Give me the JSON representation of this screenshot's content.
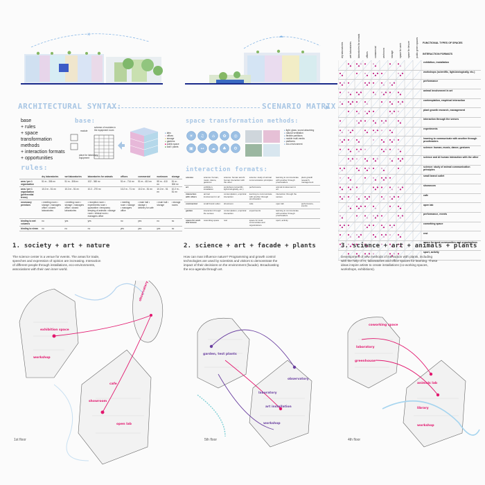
{
  "syntax": {
    "title": "ARCHITECTURAL SYNTAX:",
    "items": [
      "base",
      "+ rules",
      "+ space transformation methods",
      "+ interaction formats",
      "+ opportunities"
    ],
    "base_title": "base:",
    "base_labels": [
      "module",
      "scheme of modules in the equipment room",
      "place for laboratory equipment"
    ],
    "base_legend": [
      "labs",
      "offices",
      "storage",
      "gardens",
      "public space",
      "wall / plants"
    ],
    "rules_title": "rules:"
  },
  "rules_table": {
    "headers": [
      "",
      "dry laboratories",
      "wet laboratories",
      "laboratories for animals",
      "offices",
      "commercial",
      "workroom",
      "storage"
    ],
    "rows": [
      [
        "area / per 1 organization",
        "51 m - 306 m²",
        "51 m - 306 m²",
        "102 - 360 m²",
        "51 m - 714 m²",
        "51 m - 410 m²",
        "55 m - 410 m²",
        "51 m - 306 m²"
      ],
      [
        "area / per 1 organization (preferential terms)",
        "10.2 m - 51 m²",
        "10.2 m - 51 m²",
        "10.2 - 270 m²",
        "10.2 m - 71 m²",
        "10.2 m - 51 m²",
        "10.2 m - 51 m²",
        "10.2 m - 51 m²"
      ],
      [
        "necessary premises",
        "• meeting room • storage • managers office • closed laboratories",
        "• meeting room • storage • managers office • closed laboratories",
        "• reception room • experiments room • quarantine • temporary keeping of animals • storage room • clinical room • managers office",
        "• meeting room • storage • managers office",
        "• main hall • storage • delivery for cafe",
        "• main hall • storage",
        "• storage rooms"
      ],
      [
        "binding to wet columns",
        "no",
        "yes",
        "yes",
        "no",
        "yes",
        "no",
        "no"
      ],
      [
        "binding to views",
        "no",
        "no",
        "no",
        "yes",
        "yes",
        "yes",
        "no"
      ]
    ]
  },
  "methods": {
    "title": "space transformation methods:",
    "legend": [
      "light, glass, sound absorbing",
      "natural ventilation",
      "flexible partitions",
      "mobile multi-media",
      "platforms",
      "eco-environment"
    ]
  },
  "interaction": {
    "title": "interaction formats:",
    "rows": [
      [
        "science",
        "science: human, music, dance, gestures",
        "science: human and AI human interaction with the other",
        "science: study of animal communication principles",
        "learning to communicate with another through proofreaders",
        "plant growth research, management"
      ],
      [
        "art",
        "exhibition, installation",
        "workshops (scientific, light-biologically, etc.)",
        "performance",
        "animal involvement in art",
        ""
      ],
      [
        "interaction with others",
        "animal involvement in art",
        "contemplation, empirical interaction",
        "learning to communicate with another through proofreaders",
        "interaction through the senses",
        ""
      ],
      [
        "commercial",
        "small brand outlet",
        "showroom",
        "cafe",
        "open lab",
        "performance, events"
      ],
      [
        "garden",
        "interaction through the senses",
        "contemplation, empirical interaction",
        "experiments",
        "learning to communicate with another through proofreaders",
        ""
      ],
      [
        "space for work and leisure",
        "coworking space",
        "rest",
        "space for local communities and organizations",
        "sport, activity",
        ""
      ]
    ]
  },
  "matrix": {
    "title": "SCENARIO MATRIX",
    "col_heads": [
      "dry laboratories",
      "wet laboratories",
      "laboratories for animals",
      "offices",
      "commercial",
      "workroom",
      "storage",
      "space for work",
      "space for leisure",
      "public green spaces"
    ],
    "title_right": "FUNCTIONAL TYPES OF SPACES",
    "subtitle_right": "INTERACTION FORMATS",
    "rows": [
      "exhibition, installation",
      "workshops (scientific, light-biologically, etc.)",
      "performance",
      "animal involvement in art",
      "contemplation, empirical interaction",
      "plant growth research, management",
      "interaction through the senses",
      "experiments",
      "learning to communicate with another through proofreaders",
      "science: human, music, dance, gestures",
      "science and AI human interaction with the other",
      "science: study of animal communication principles",
      "small brand outlet",
      "showroom",
      "cafe",
      "open lab",
      "performance, events",
      "coworking space",
      "rest",
      "space for local communities and organizations",
      "sport, activity"
    ]
  },
  "scenarios": [
    {
      "title": "1. society + art + nature",
      "text": "The science center is a venue for events. The areas for trade, speeches and expression of opinion are increasing. Interaction of different people through installations, eco-environments, associations with their own inner world.",
      "floor": "1st floor",
      "color": "#e2176e",
      "labels": [
        "exhibition space",
        "observatory",
        "cafe",
        "showroom",
        "open lab",
        "workshop"
      ]
    },
    {
      "title": "2. science + art + facade + plants",
      "text": "How can man influence nature? Programming and growth control technologies are used by scientists and visitors to demonstrate the impact of their decisions on the environment (facade). Broadcasting the eco-agenda through art.",
      "floor": "5th floor",
      "color": "#6a3fa0",
      "labels": [
        "garden, test plants",
        "laboratory",
        "art installation",
        "observatory",
        "workshop"
      ]
    },
    {
      "title": "3. science + art + animals + plants",
      "text": "Development of new methods of interaction with plants, including with the help of AI, laboratories and office spaces for learning. These ideas inspire artists to create installations (co-working spaces, workshops, exhibitions).",
      "floor": "4th floor",
      "color": "#3aa0c8",
      "labels": [
        "coworking space",
        "laboratory",
        "animals lab",
        "greenhouse",
        "library",
        "workshop"
      ]
    }
  ]
}
